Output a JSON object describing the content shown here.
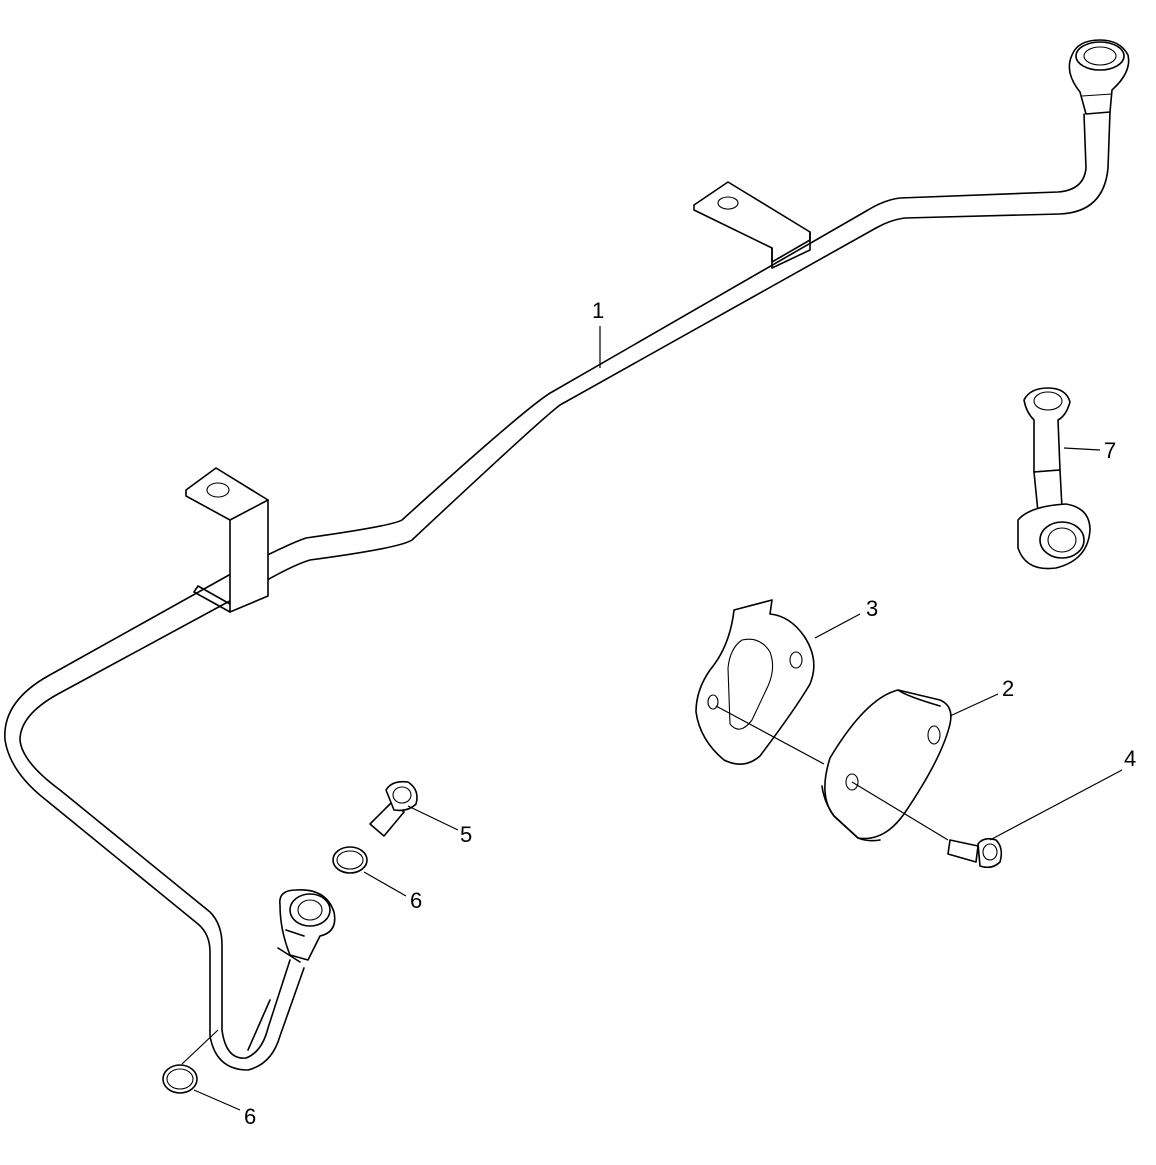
{
  "callouts": [
    {
      "id": "1",
      "text": "1"
    },
    {
      "id": "2",
      "text": "2"
    },
    {
      "id": "3",
      "text": "3"
    },
    {
      "id": "4",
      "text": "4"
    },
    {
      "id": "5",
      "text": "5"
    },
    {
      "id": "6a",
      "text": "6"
    },
    {
      "id": "6b",
      "text": "6"
    },
    {
      "id": "7",
      "text": "7"
    }
  ]
}
